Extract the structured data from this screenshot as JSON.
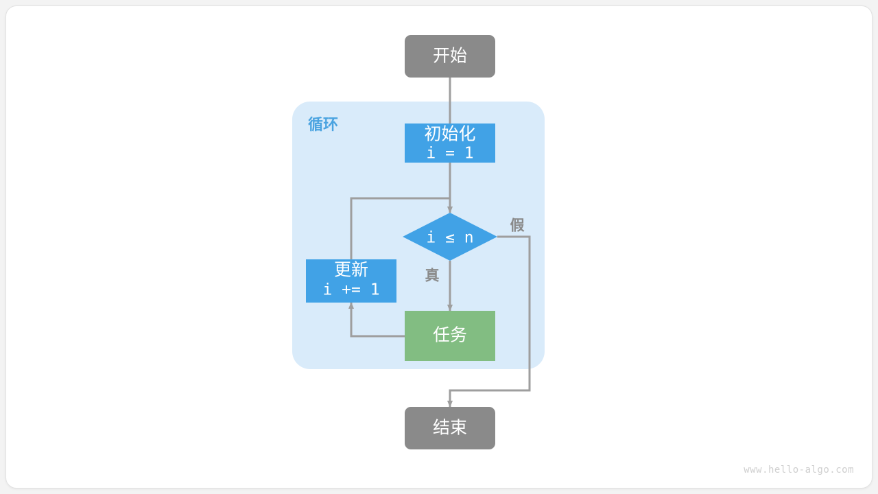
{
  "diagram": {
    "title": "for-loop-flowchart",
    "colors": {
      "terminal": "#8a8a8a",
      "process_blue": "#41a2e6",
      "process_green": "#82bd82",
      "group_fill": "#d9ebfa",
      "group_label": "#4aa3e0",
      "edge": "#9e9e9e",
      "canvas": "#ffffff",
      "page": "#f3f3f3"
    },
    "group": {
      "label": "循环"
    },
    "nodes": {
      "start": {
        "label": "开始"
      },
      "init": {
        "label": "初始化",
        "code": "i = 1"
      },
      "condition": {
        "code": "i ≤ n"
      },
      "update": {
        "label": "更新",
        "code": "i += 1"
      },
      "task": {
        "label": "任务"
      },
      "end": {
        "label": "结束"
      }
    },
    "edge_labels": {
      "true": "真",
      "false": "假"
    },
    "watermark": "www.hello-algo.com"
  }
}
